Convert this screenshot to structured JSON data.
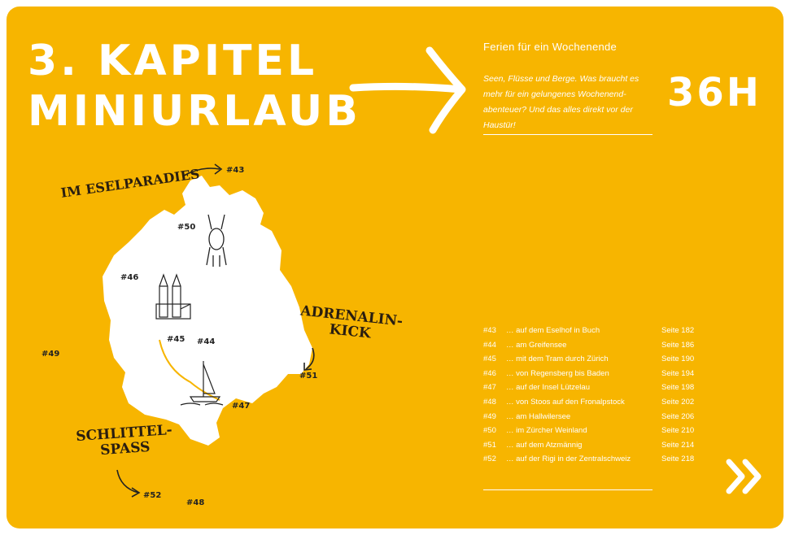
{
  "header": {
    "chapter_line1": "3. Kapitel",
    "chapter_line2": "Miniurlaub",
    "subtitle": "Ferien für ein Wochenende",
    "intro": "Seen, Flüsse und Berge. Was braucht es mehr für ein gelungenes Wochenend-abenteuer? Und das alles direkt vor der Haustür!",
    "duration": "36H"
  },
  "map": {
    "annotations": {
      "eselparadies": "Im Eselparadies",
      "adrenalin_line1": "Adrenalin-",
      "adrenalin_line2": "Kick",
      "schlittel_line1": "Schlittel-",
      "schlittel_line2": "spaß"
    },
    "markers": {
      "m43": "#43",
      "m44": "#44",
      "m45": "#45",
      "m46": "#46",
      "m47": "#47",
      "m48": "#48",
      "m49": "#49",
      "m50": "#50",
      "m51": "#51",
      "m52": "#52"
    }
  },
  "tours": [
    {
      "num": "#43",
      "desc": "… auf dem Eselhof in Buch",
      "page": "Seite 182"
    },
    {
      "num": "#44",
      "desc": "… am Greifensee",
      "page": "Seite 186"
    },
    {
      "num": "#45",
      "desc": "… mit dem Tram durch Zürich",
      "page": "Seite 190"
    },
    {
      "num": "#46",
      "desc": "… von Regensberg bis Baden",
      "page": "Seite 194"
    },
    {
      "num": "#47",
      "desc": "… auf der Insel Lützelau",
      "page": "Seite 198"
    },
    {
      "num": "#48",
      "desc": "… von Stoos auf den Fronalpstock",
      "page": "Seite 202"
    },
    {
      "num": "#49",
      "desc": "… am Hallwilersee",
      "page": "Seite 206"
    },
    {
      "num": "#50",
      "desc": "… im Zürcher Weinland",
      "page": "Seite 210"
    },
    {
      "num": "#51",
      "desc": "… auf dem Atzmännig",
      "page": "Seite 214"
    },
    {
      "num": "#52",
      "desc": "… auf der Rigi in der Zentralschweiz",
      "page": "Seite 218"
    }
  ],
  "icons": {
    "big_arrow": "arrow-right-icon",
    "next": "double-chevron-right-icon",
    "donkey": "donkey-icon",
    "church": "grossmuenster-icon",
    "sailboat": "sailboat-icon"
  },
  "colors": {
    "background": "#f7b500",
    "text": "#ffffff",
    "ink": "#222222"
  }
}
